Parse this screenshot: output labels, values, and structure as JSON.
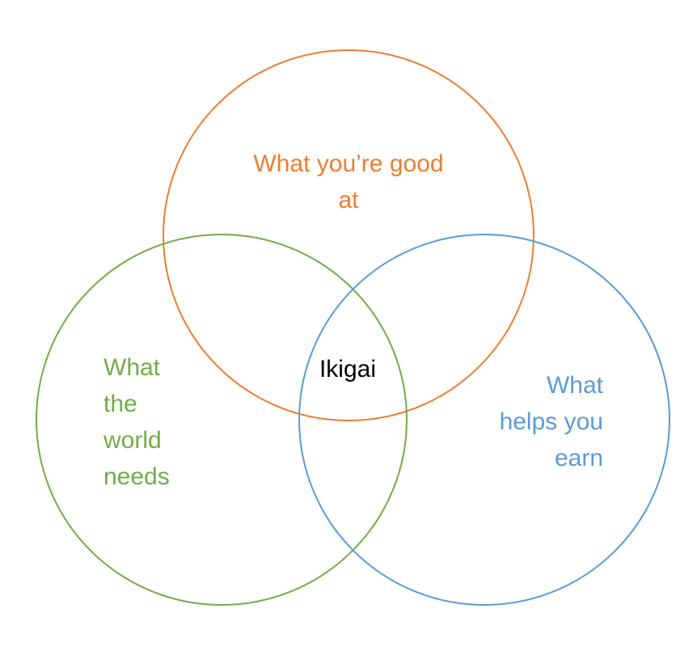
{
  "circles": {
    "good_at": {
      "label": "What you’re good\nat",
      "color": "#ed7d31"
    },
    "world_needs": {
      "label": "What\nthe\nworld\nneeds",
      "color": "#70ad47"
    },
    "earn": {
      "label": "What\nhelps you\nearn",
      "color": "#5b9bd5"
    }
  },
  "center": {
    "label": "Ikigai"
  }
}
